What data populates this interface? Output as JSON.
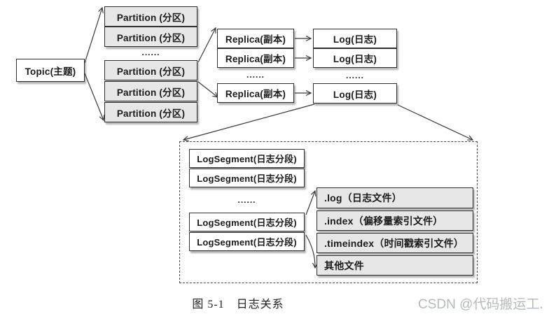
{
  "boxes": {
    "topic": "Topic(主题)",
    "partitions": [
      "Partition (分区)",
      "Partition (分区)",
      "Partition (分区)",
      "Partition (分区)",
      "Partition (分区)"
    ],
    "replicas": [
      "Replica(副本)",
      "Replica(副本)",
      "Replica(副本)"
    ],
    "logs": [
      "Log(日志)",
      "Log(日志)",
      "Log(日志)"
    ],
    "log_segments": [
      "LogSegment(日志分段)",
      "LogSegment(日志分段)",
      "LogSegment(日志分段)",
      "LogSegment(日志分段)"
    ],
    "files": [
      ".log（日志文件）",
      ".index（偏移量索引文件）",
      ".timeindex（时间戳索引文件）",
      "其他文件"
    ],
    "ellipsis": "......"
  },
  "caption": "图 5-1　日志关系",
  "watermark": "CSDN @代码搬运工.",
  "colors": {
    "box_border": "#2e2e2e",
    "gray_fill": "#e7e7e7",
    "white_fill": "#ffffff",
    "arrow": "#3a3a3a",
    "watermark_text": "#b5bac0"
  }
}
